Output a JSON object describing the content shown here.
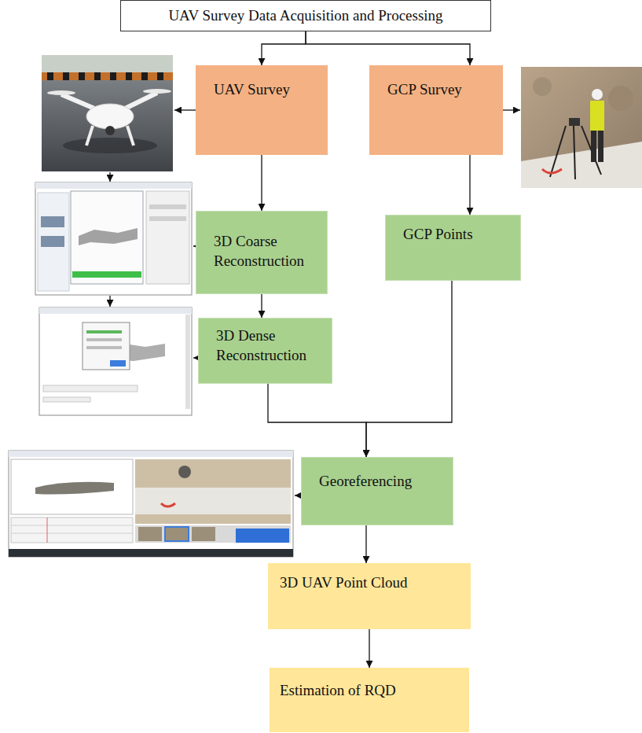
{
  "diagram": {
    "nodes": [
      {
        "text": [
          "UAV Survey Data Acquisition and Processing"
        ]
      },
      {
        "text": [
          "UAV Survey"
        ]
      },
      {
        "text": [
          "GCP Survey"
        ]
      },
      {
        "text": [
          "3D Coarse Reconstruction"
        ]
      },
      {
        "text": [
          "GCP Points"
        ]
      },
      {
        "text": [
          "3D Dense Reconstruction"
        ]
      },
      {
        "text": [
          "Georeferencing"
        ]
      },
      {
        "text": [
          "3D UAV Point Cloud"
        ]
      },
      {
        "text": [
          "Estimation of RQD"
        ]
      }
    ],
    "edges": [
      {
        "from": 0,
        "to": 1,
        "arrow": "to"
      },
      {
        "from": 0,
        "to": 2,
        "arrow": "to"
      },
      {
        "from": 1,
        "to": 3,
        "arrow": "to"
      },
      {
        "from": 3,
        "to": 5,
        "arrow": "to"
      },
      {
        "from": 2,
        "to": 4,
        "arrow": "to"
      },
      {
        "from": 5,
        "to": 6,
        "arrow": "to"
      },
      {
        "from": 4,
        "to": 6,
        "arrow": "to"
      },
      {
        "from": 6,
        "to": 7,
        "arrow": "to"
      },
      {
        "from": 7,
        "to": 8,
        "arrow": "to"
      }
    ]
  }
}
